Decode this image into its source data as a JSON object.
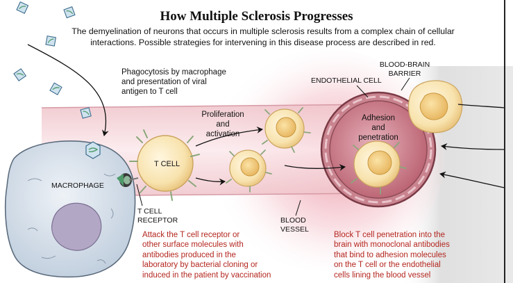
{
  "title": "How Multiple Sclerosis Progresses",
  "subtitle": "The demyelination of neurons that occurs in multiple sclerosis results from a complex chain of cellular interactions. Possible strategies for intervening in this disease process are described in red.",
  "labels": {
    "phagocytosis": [
      "Phagocytosis by macrophage",
      "and presentation of viral",
      "antigen to T cell"
    ],
    "proliferation": [
      "Proliferation",
      "and",
      "activation"
    ],
    "endothelial_cell": "ENDOTHELIAL CELL",
    "blood_brain_barrier": [
      "BLOOD-BRAIN",
      "BARRIER"
    ],
    "adhesion": [
      "Adhesion",
      "and",
      "penetration"
    ],
    "macrophage": "MACROPHAGE",
    "t_cell": "T CELL",
    "t_cell_receptor": [
      "T CELL",
      "RECEPTOR"
    ],
    "blood_vessel": [
      "BLOOD",
      "VESSEL"
    ]
  },
  "strategies": {
    "attack": [
      "Attack the T cell receptor or",
      "other surface molecules with",
      "antibodies produced in the",
      "laboratory by bacterial cloning or",
      "induced in the patient by vaccination"
    ],
    "block": [
      "Block T cell penetration into the",
      "brain with monoclonal antibodies",
      "that bind to adhesion molecules",
      "on the T cell or the endothelial",
      "cells lining the blood vessel"
    ]
  },
  "colors": {
    "strategy_text": "#b3261e",
    "vessel_pink": "#f2b8c2",
    "tcell_yellow": "#f6dc9a",
    "macrophage_blue": "#c9d6e3",
    "virus_green": "#4f9a6a"
  }
}
